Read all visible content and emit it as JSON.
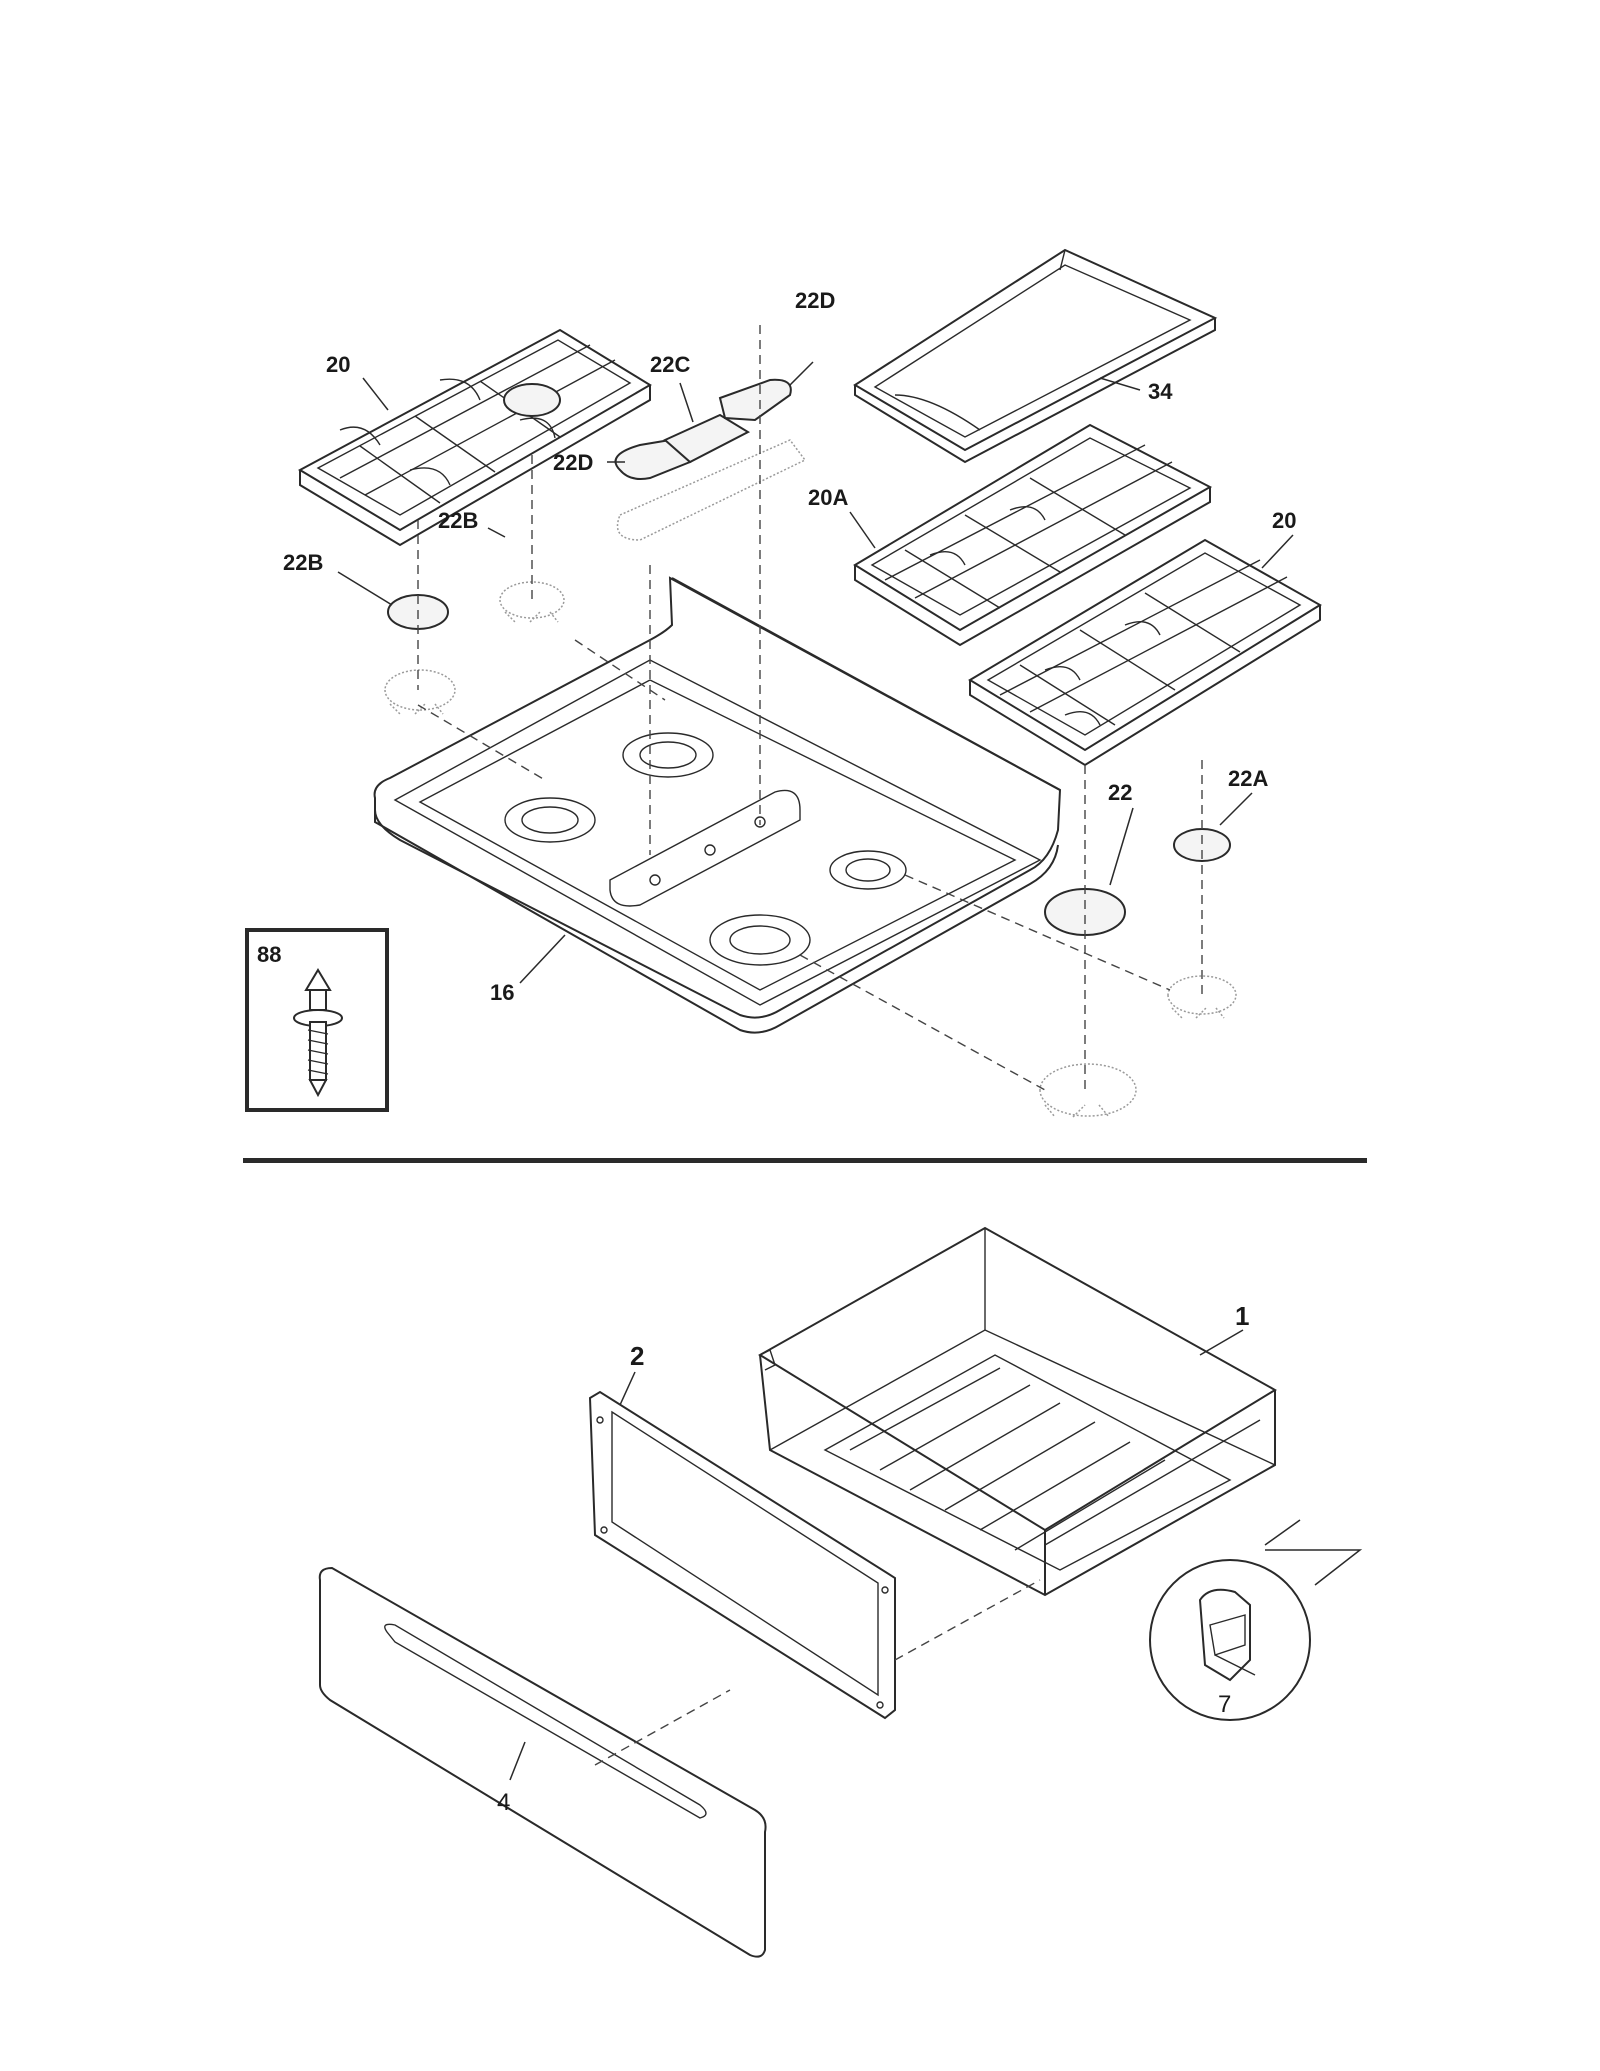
{
  "labels": {
    "grate_left": "20",
    "cap_22c": "22C",
    "cap_22d_top": "22D",
    "cap_22d_left": "22D",
    "cap_22b_upper": "22B",
    "cap_22b_left": "22B",
    "griddle": "34",
    "grate_center": "20A",
    "grate_right": "20",
    "cap_22": "22",
    "cap_22a": "22A",
    "cooktop": "16",
    "screw_inset": "88",
    "drawer_body": "1",
    "drawer_frame": "2",
    "drawer_panel": "4",
    "glide_clip": "7"
  }
}
